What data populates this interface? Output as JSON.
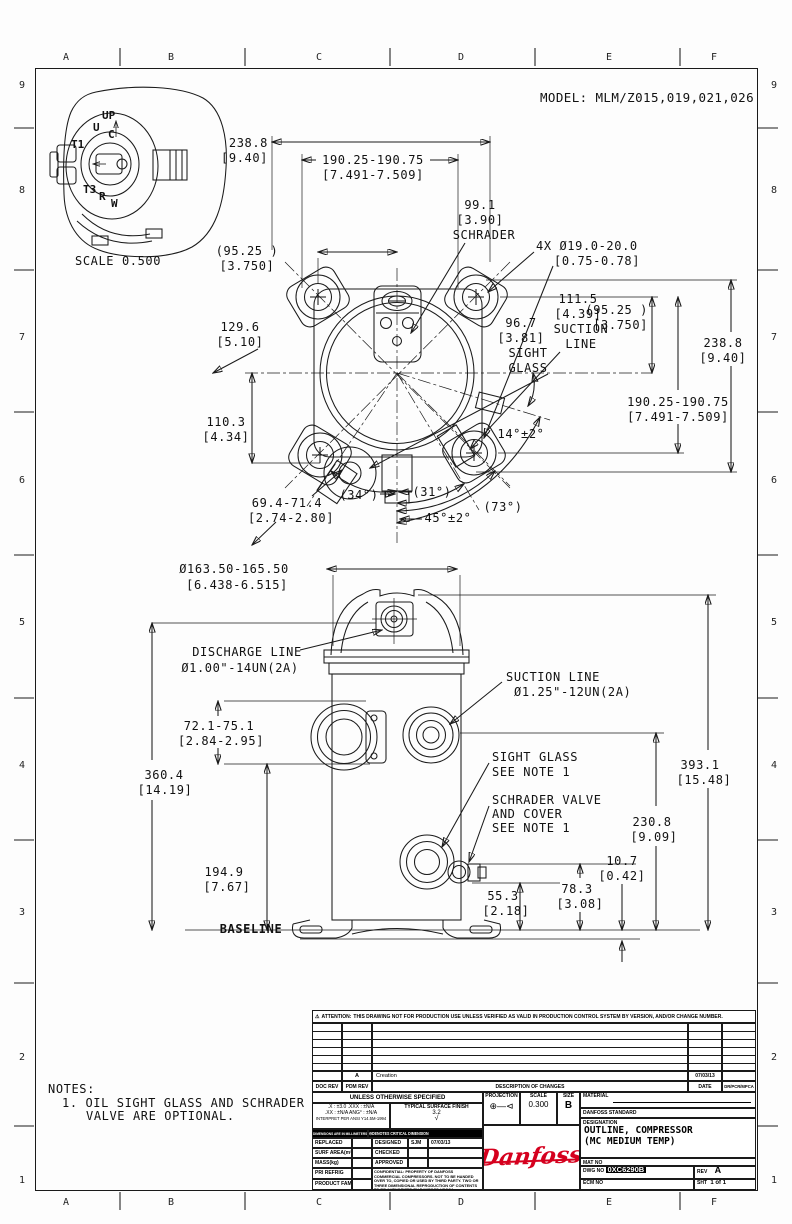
{
  "colors": {
    "line": "#1a1a1a",
    "logo_red": "#d5001e"
  },
  "sheet": {
    "model": "MODEL: MLM/Z015,019,021,026",
    "zones_cols": [
      "A",
      "B",
      "C",
      "D",
      "E",
      "F"
    ],
    "zones_rows": [
      "9",
      "8",
      "7",
      "6",
      "5",
      "4",
      "3",
      "2",
      "1"
    ]
  },
  "detail_view": {
    "scale": "SCALE  0.500",
    "up": "UP",
    "terminals": [
      "U",
      "C",
      "T1",
      "T3",
      "R",
      "W"
    ]
  },
  "top_view": {
    "width_overall": [
      "238.8",
      "[9.40]"
    ],
    "bolt_span_top": [
      "190.25-190.75",
      "[7.491-7.509]"
    ],
    "schrader": [
      "99.1",
      "[3.90]",
      "SCHRADER"
    ],
    "bolt_holes": [
      "4X Ø19.0-20.0",
      "[0.75-0.78]"
    ],
    "half_span_left": [
      "(95.25  )",
      "[3.750]"
    ],
    "suction_line": [
      "111.5",
      "[4.39]",
      "SUCTION",
      "LINE"
    ],
    "half_span_right": [
      "(95.25  )",
      "[3.750]"
    ],
    "sight_glass": [
      "96.7",
      "[3.81]",
      "SIGHT",
      "GLASS"
    ],
    "height_overall": [
      "238.8",
      "[9.40]"
    ],
    "dim_129": [
      "129.6",
      "[5.10]"
    ],
    "bolt_span_right": [
      "190.25-190.75",
      "[7.491-7.509]"
    ],
    "dim_110": [
      "110.3",
      "[4.34]"
    ],
    "angle_14": "14°±2°",
    "dim_69": [
      "69.4-71.4",
      "[2.74-2.80]"
    ],
    "angle_34": "(34°)",
    "angle_31": "(31°)",
    "angle_45": "45°±2°",
    "angle_73": "(73°)"
  },
  "side_view": {
    "dia_shell": [
      "Ø163.50-165.50",
      "[6.438-6.515]"
    ],
    "discharge": [
      "DISCHARGE LINE",
      "Ø1.00\"-14UN(2A)"
    ],
    "suction": [
      "SUCTION LINE",
      "Ø1.25\"-12UN(2A)"
    ],
    "dim_72": [
      "72.1-75.1",
      "[2.84-2.95]"
    ],
    "dim_360": [
      "360.4",
      "[14.19]"
    ],
    "sight_glass": [
      "SIGHT GLASS",
      "SEE NOTE 1"
    ],
    "schrader": [
      "SCHRADER VALVE",
      "AND COVER",
      "SEE NOTE 1"
    ],
    "dim_393": [
      "393.1",
      "[15.48]"
    ],
    "dim_230": [
      "230.8",
      "[9.09]"
    ],
    "dim_194": [
      "194.9",
      "[7.67]"
    ],
    "dim_10": [
      "10.7",
      "[0.42]"
    ],
    "dim_78": [
      "78.3",
      "[3.08]"
    ],
    "dim_55": [
      "55.3",
      "[2.18]"
    ],
    "baseline": "BASELINE"
  },
  "notes": {
    "title": "NOTES:",
    "line1": "1. OIL SIGHT GLASS AND SCHRADER",
    "line2": "VALVE ARE OPTIONAL."
  },
  "title_block": {
    "warning_icon": "⚠",
    "attention_label": "ATTENTION:",
    "attention_text": "THIS DRAWING NOT FOR PRODUCTION USE UNLESS VERIFIED AS VALID IN PRODUCTION CONTROL SYSTEM BY VERSION, AND/OR CHANGE NUMBER.",
    "rev_history": {
      "pdm_rev": "A",
      "description": "Creation",
      "date": "07/03/13"
    },
    "headers": {
      "doc_rev": "DOC REV",
      "pdm_rev": "PDM REV",
      "description": "DESCRIPTION OF CHANGES",
      "date": "DATE",
      "dr": "DR/PCR/MPCA"
    },
    "uos": "UNLESS OTHERWISE SPECIFIED",
    "tol_line1": ".X : ±3.0   .XXX : ±N/A",
    "tol_line2": ".XX : ±N/A  ANG° : ±N/A",
    "interpret": "INTERPRET PER ANSI Y14.5M-1994",
    "surface_finish": "TYPICAL SURFACE FINISH",
    "surface_value": "3.2",
    "surface_check": "√",
    "projection_label": "PROJECTION",
    "projection_symbol": "⊕—⊲",
    "scale_label": "SCALE",
    "scale_value": "0.300",
    "size_label": "SIZE",
    "size_value": "B",
    "material_label": "MATERIAL",
    "standard": "DANFOSS STANDARD",
    "designation_label": "DESIGNATION",
    "designation_line1": "OUTLINE, COMPRESSOR",
    "designation_line2": "(MC MEDIUM TEMP)",
    "dims_mm": "DIMENSIONS ARE IN MILLIMETERS",
    "critical": "⊖DENOTES CRITICAL DIMENSION",
    "replaced": "REPLACED",
    "designed_label": "DESIGNED",
    "designed_by": "SJM",
    "designed_date": "07/03/13",
    "surf_area": "SURF AREA(m²)",
    "checked": "CHECKED",
    "mass": "MASS(kg)",
    "approved": "APPROVED",
    "pri_refrig": "PRI REFRIG",
    "product_fam": "PRODUCT FAM",
    "confidential": "CONFIDENTIAL: PROPERTY OF DANFOSS COMMERCIAL COMPRESSORS. NOT TO BE HANDED OVER TO, COPIED OR USED BY THIRD PARTY. TWO OR THREE DIMENSIONAL REPRODUCTION OF CONTENTS TO BE AUTHORIZED BY DANFOSS USCCA.",
    "mat_no": "MAT NO",
    "dwg_no_label": "DWG NO",
    "dwg_no": "0XC6290B",
    "ecm_no": "ECM NO",
    "rev_label": "REV",
    "rev_value": "A",
    "sht_label": "SHT",
    "sht_value": "1 of 1",
    "logo": "Danfoss"
  }
}
